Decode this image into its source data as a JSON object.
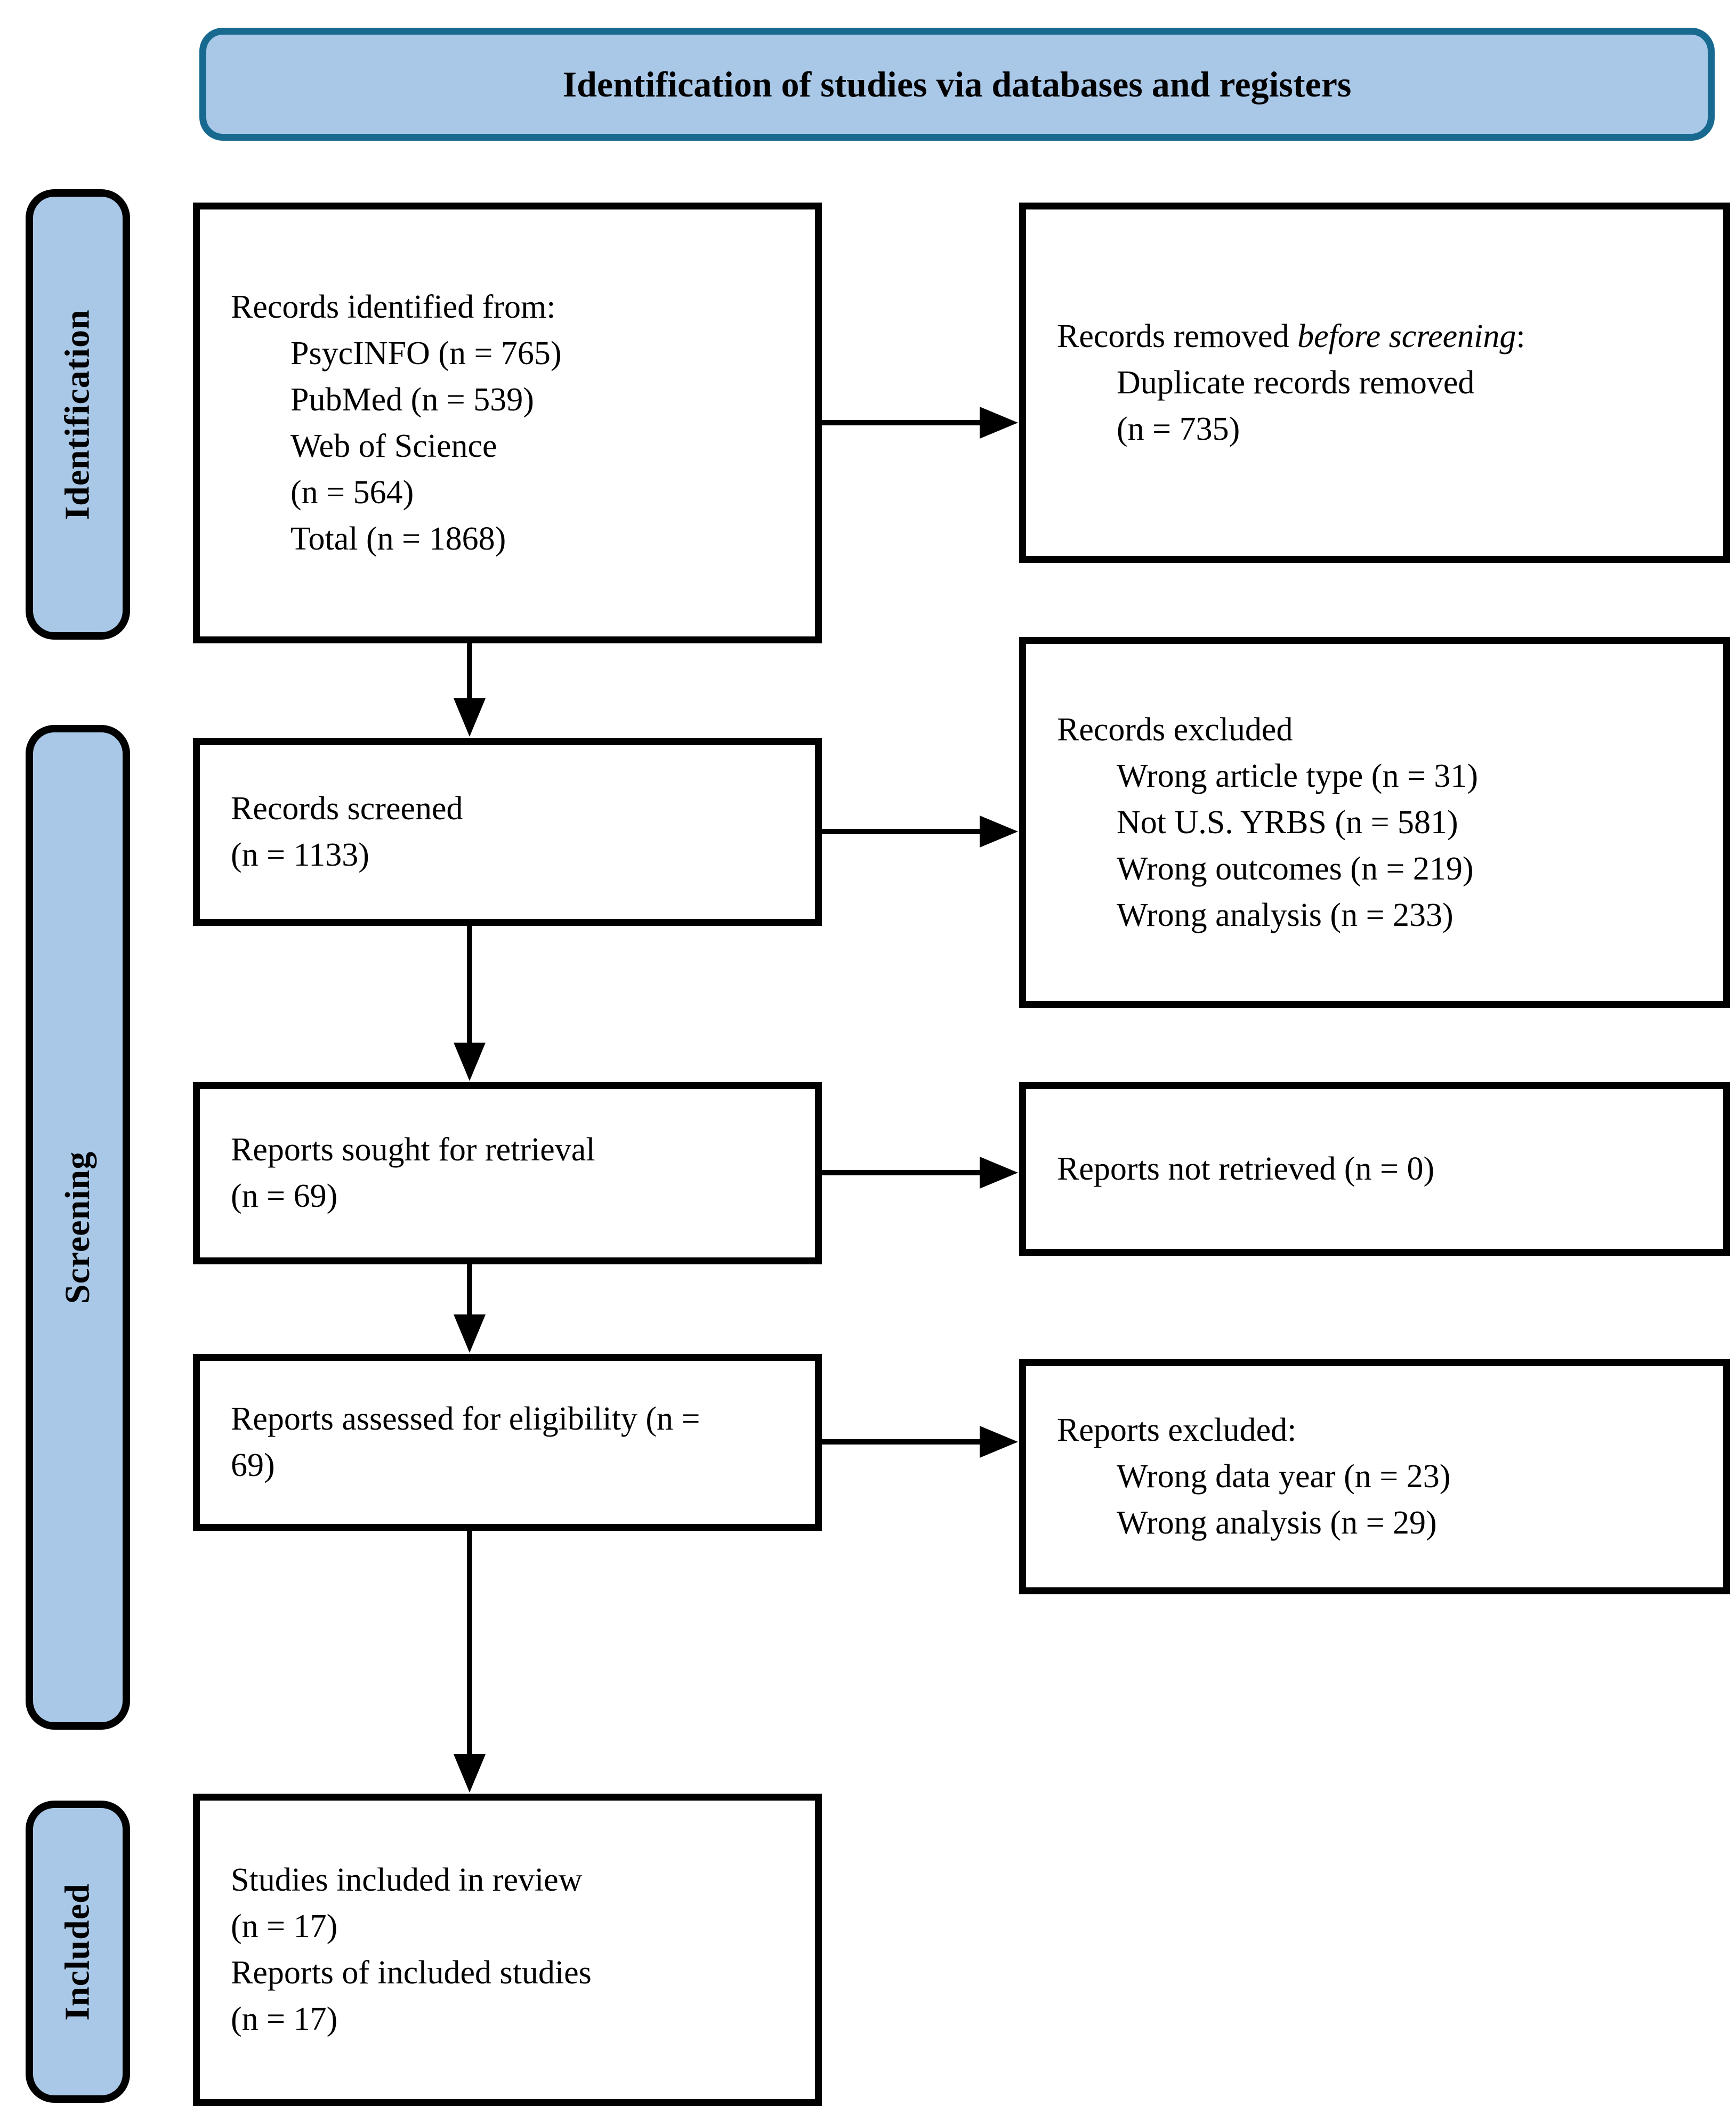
{
  "title": "Identification of studies via databases and registers",
  "stage_labels": {
    "identification": "Identification",
    "screening": "Screening",
    "included": "Included"
  },
  "boxes": {
    "records_identified": {
      "line1": "Records identified from:",
      "line2": "PsycINFO (n = 765)",
      "line3": "PubMed (n = 539)",
      "line4": "Web of Science",
      "line5": "(n = 564)",
      "line6": "Total (n = 1868)"
    },
    "records_removed": {
      "prefix": "Records removed ",
      "italic": "before screening",
      "suffix": ":",
      "line2": "Duplicate records removed",
      "line3": "(n = 735)"
    },
    "records_screened": {
      "line1": "Records screened",
      "line2": "(n = 1133)"
    },
    "records_excluded": {
      "line1": "Records excluded",
      "line2": "Wrong article type (n = 31)",
      "line3": "Not U.S. YRBS (n = 581)",
      "line4": "Wrong outcomes (n = 219)",
      "line5": "Wrong analysis (n = 233)"
    },
    "reports_sought": {
      "line1": "Reports sought for retrieval",
      "line2": "(n = 69)"
    },
    "reports_not_retrieved": {
      "line1": "Reports not retrieved (n = 0)"
    },
    "reports_assessed": {
      "line1": "Reports assessed for eligibility (n =",
      "line2": "69)"
    },
    "reports_excluded": {
      "line1": "Reports excluded:",
      "line2": "Wrong data year (n = 23)",
      "line3": "Wrong analysis (n = 29)"
    },
    "studies_included": {
      "line1": "Studies included in review",
      "line2": "(n = 17)",
      "line3": "Reports of included studies",
      "line4": "(n = 17)"
    }
  },
  "colors": {
    "stage_fill": "#A9C8E8",
    "title_border": "#17698F",
    "box_border": "#000000",
    "arrow": "#000000"
  }
}
